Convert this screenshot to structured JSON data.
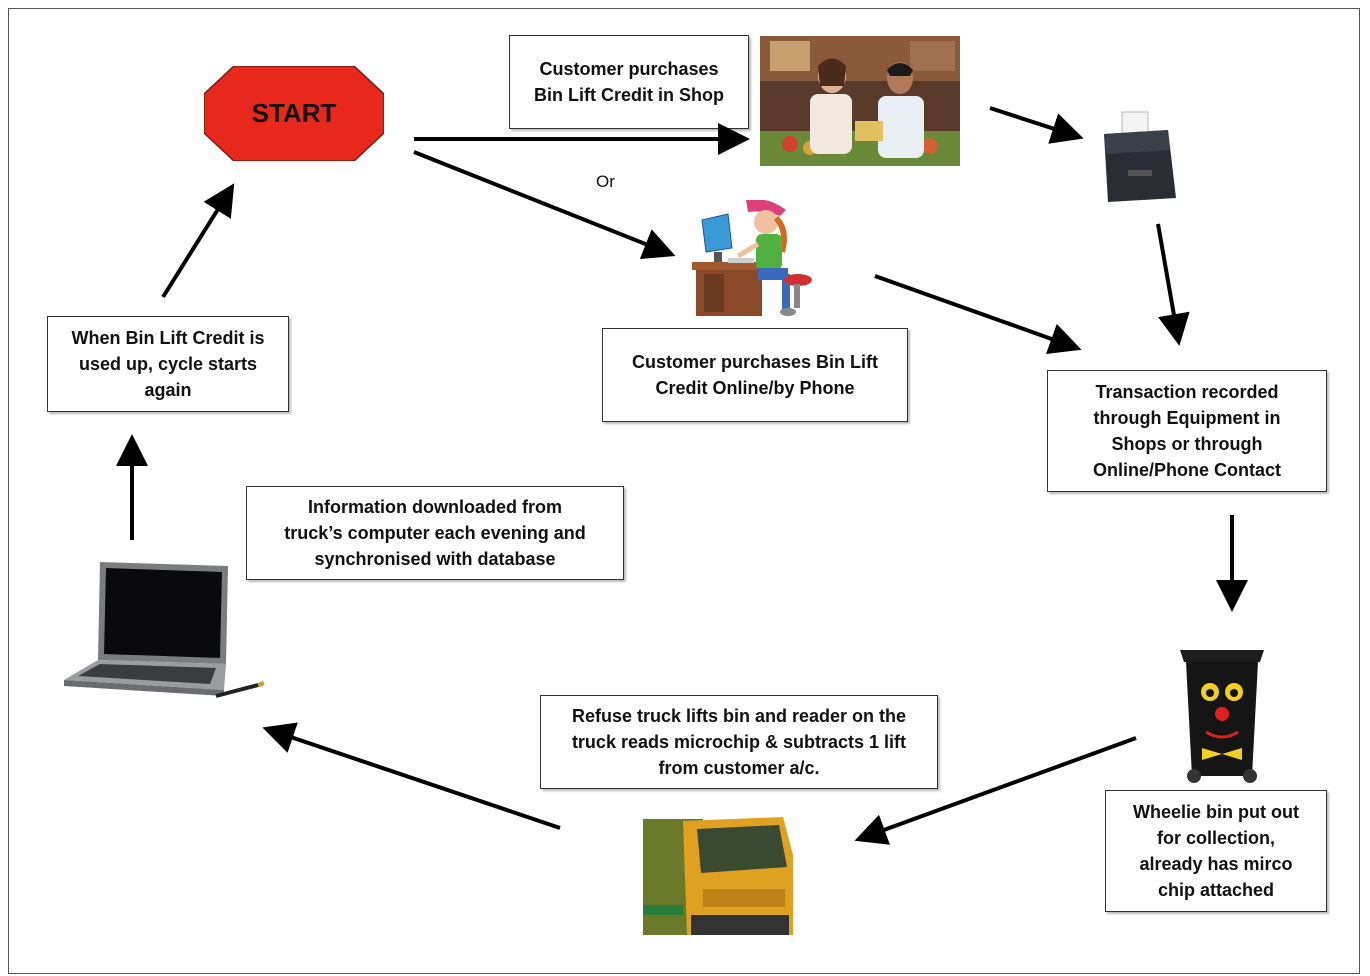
{
  "start": {
    "label": "START",
    "fill": "#e8281c"
  },
  "or_label": "Or",
  "boxes": {
    "shop": "Customer purchases\nBin Lift Credit in Shop",
    "online": "Customer purchases Bin Lift\nCredit Online/by Phone",
    "transaction": "Transaction recorded\nthrough Equipment in\nShops or through\nOnline/Phone Contact",
    "wheelie": "Wheelie bin put out\nfor collection,\nalready has mirco\nchip attached",
    "truck": "Refuse truck lifts bin and reader on the\ntruck reads microchip & subtracts 1 lift\nfrom customer a/c.",
    "download": "Information downloaded from\ntruck’s computer each evening and\nsynchronised with database",
    "cycle": "When Bin Lift Credit is\nused up, cycle starts\nagain"
  },
  "icons": [
    "shop-photo-icon",
    "receipt-printer-icon",
    "computer-user-icon",
    "wheelie-bin-icon",
    "refuse-truck-icon",
    "laptop-icon"
  ]
}
